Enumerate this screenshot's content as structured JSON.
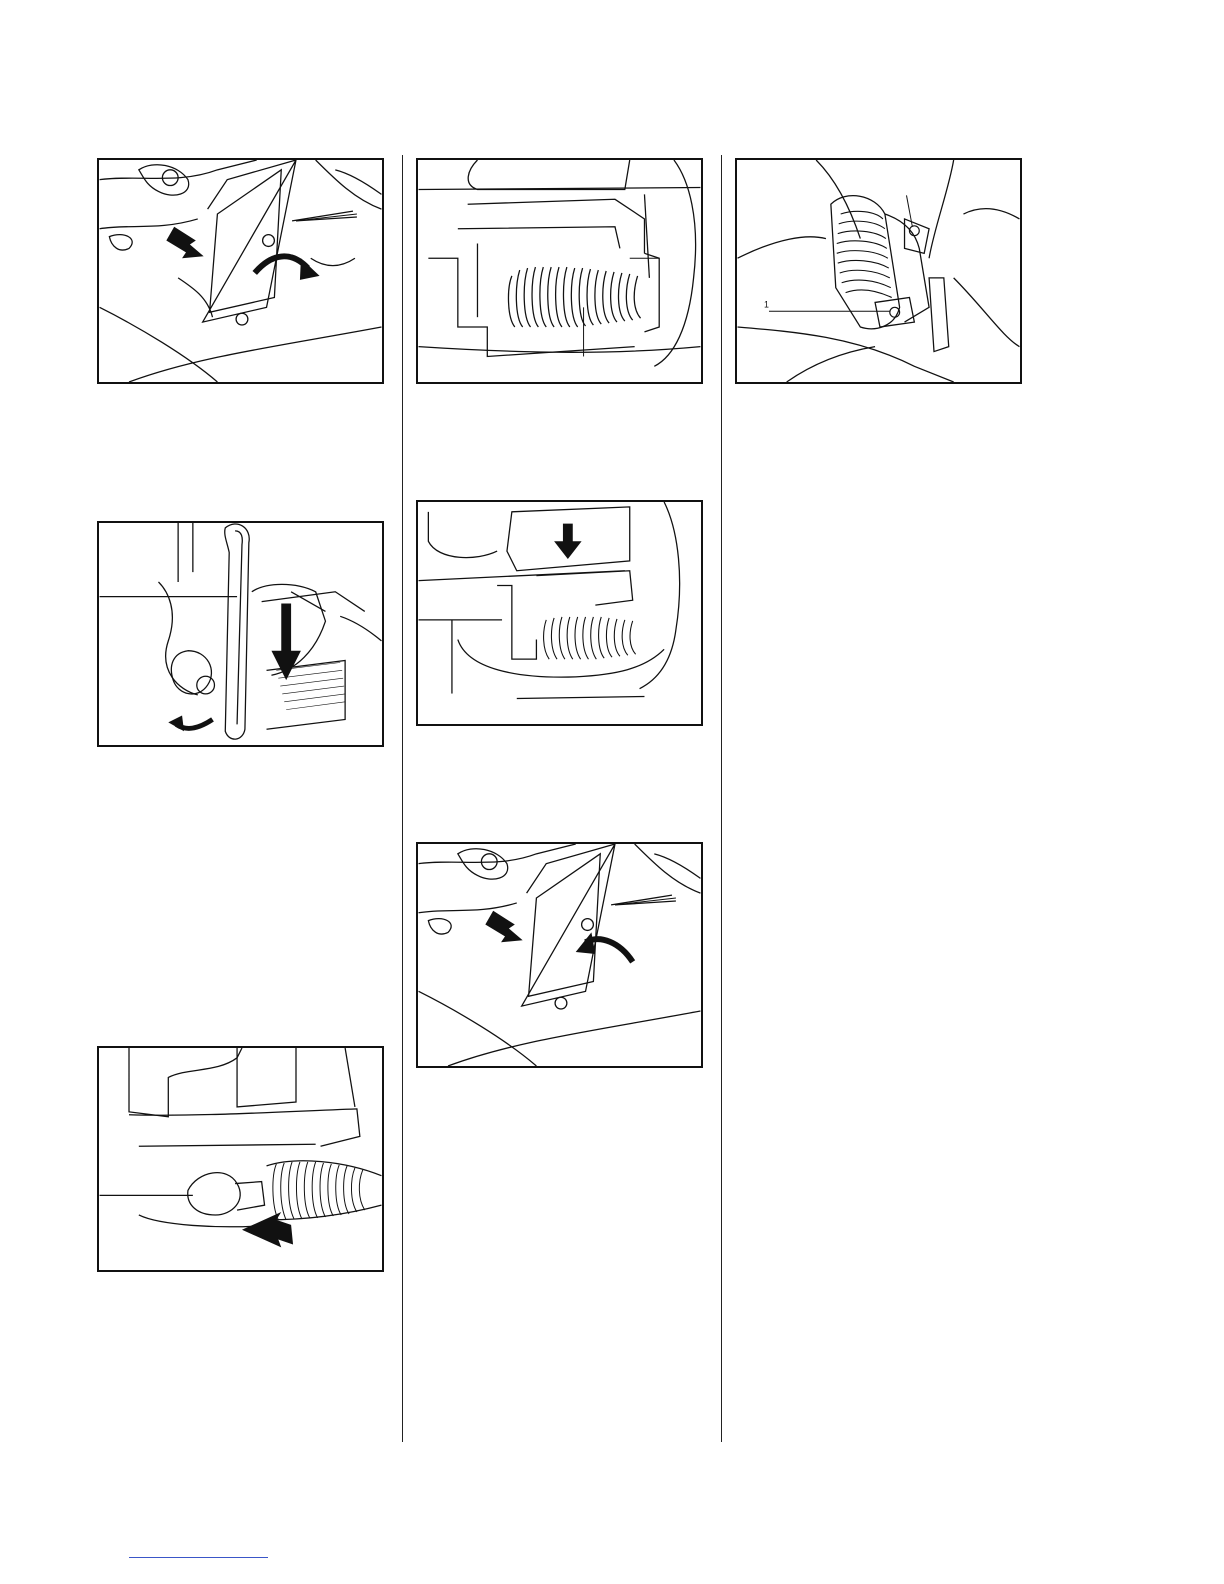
{
  "figures": [
    {
      "id": "fig-handle-remove",
      "callouts": []
    },
    {
      "id": "fig-handle-swing",
      "callouts": []
    },
    {
      "id": "fig-hose-nut",
      "callouts": []
    },
    {
      "id": "fig-spring-compartment",
      "callouts": []
    },
    {
      "id": "fig-cover-press",
      "callouts": []
    },
    {
      "id": "fig-handle-refit",
      "callouts": []
    },
    {
      "id": "fig-grip-screws",
      "callouts": [
        "1"
      ]
    }
  ],
  "colors": {
    "line": "#111111",
    "link": "#3a56c8"
  },
  "icons": [
    "straight-arrow-icon",
    "curved-arrow-icon"
  ]
}
